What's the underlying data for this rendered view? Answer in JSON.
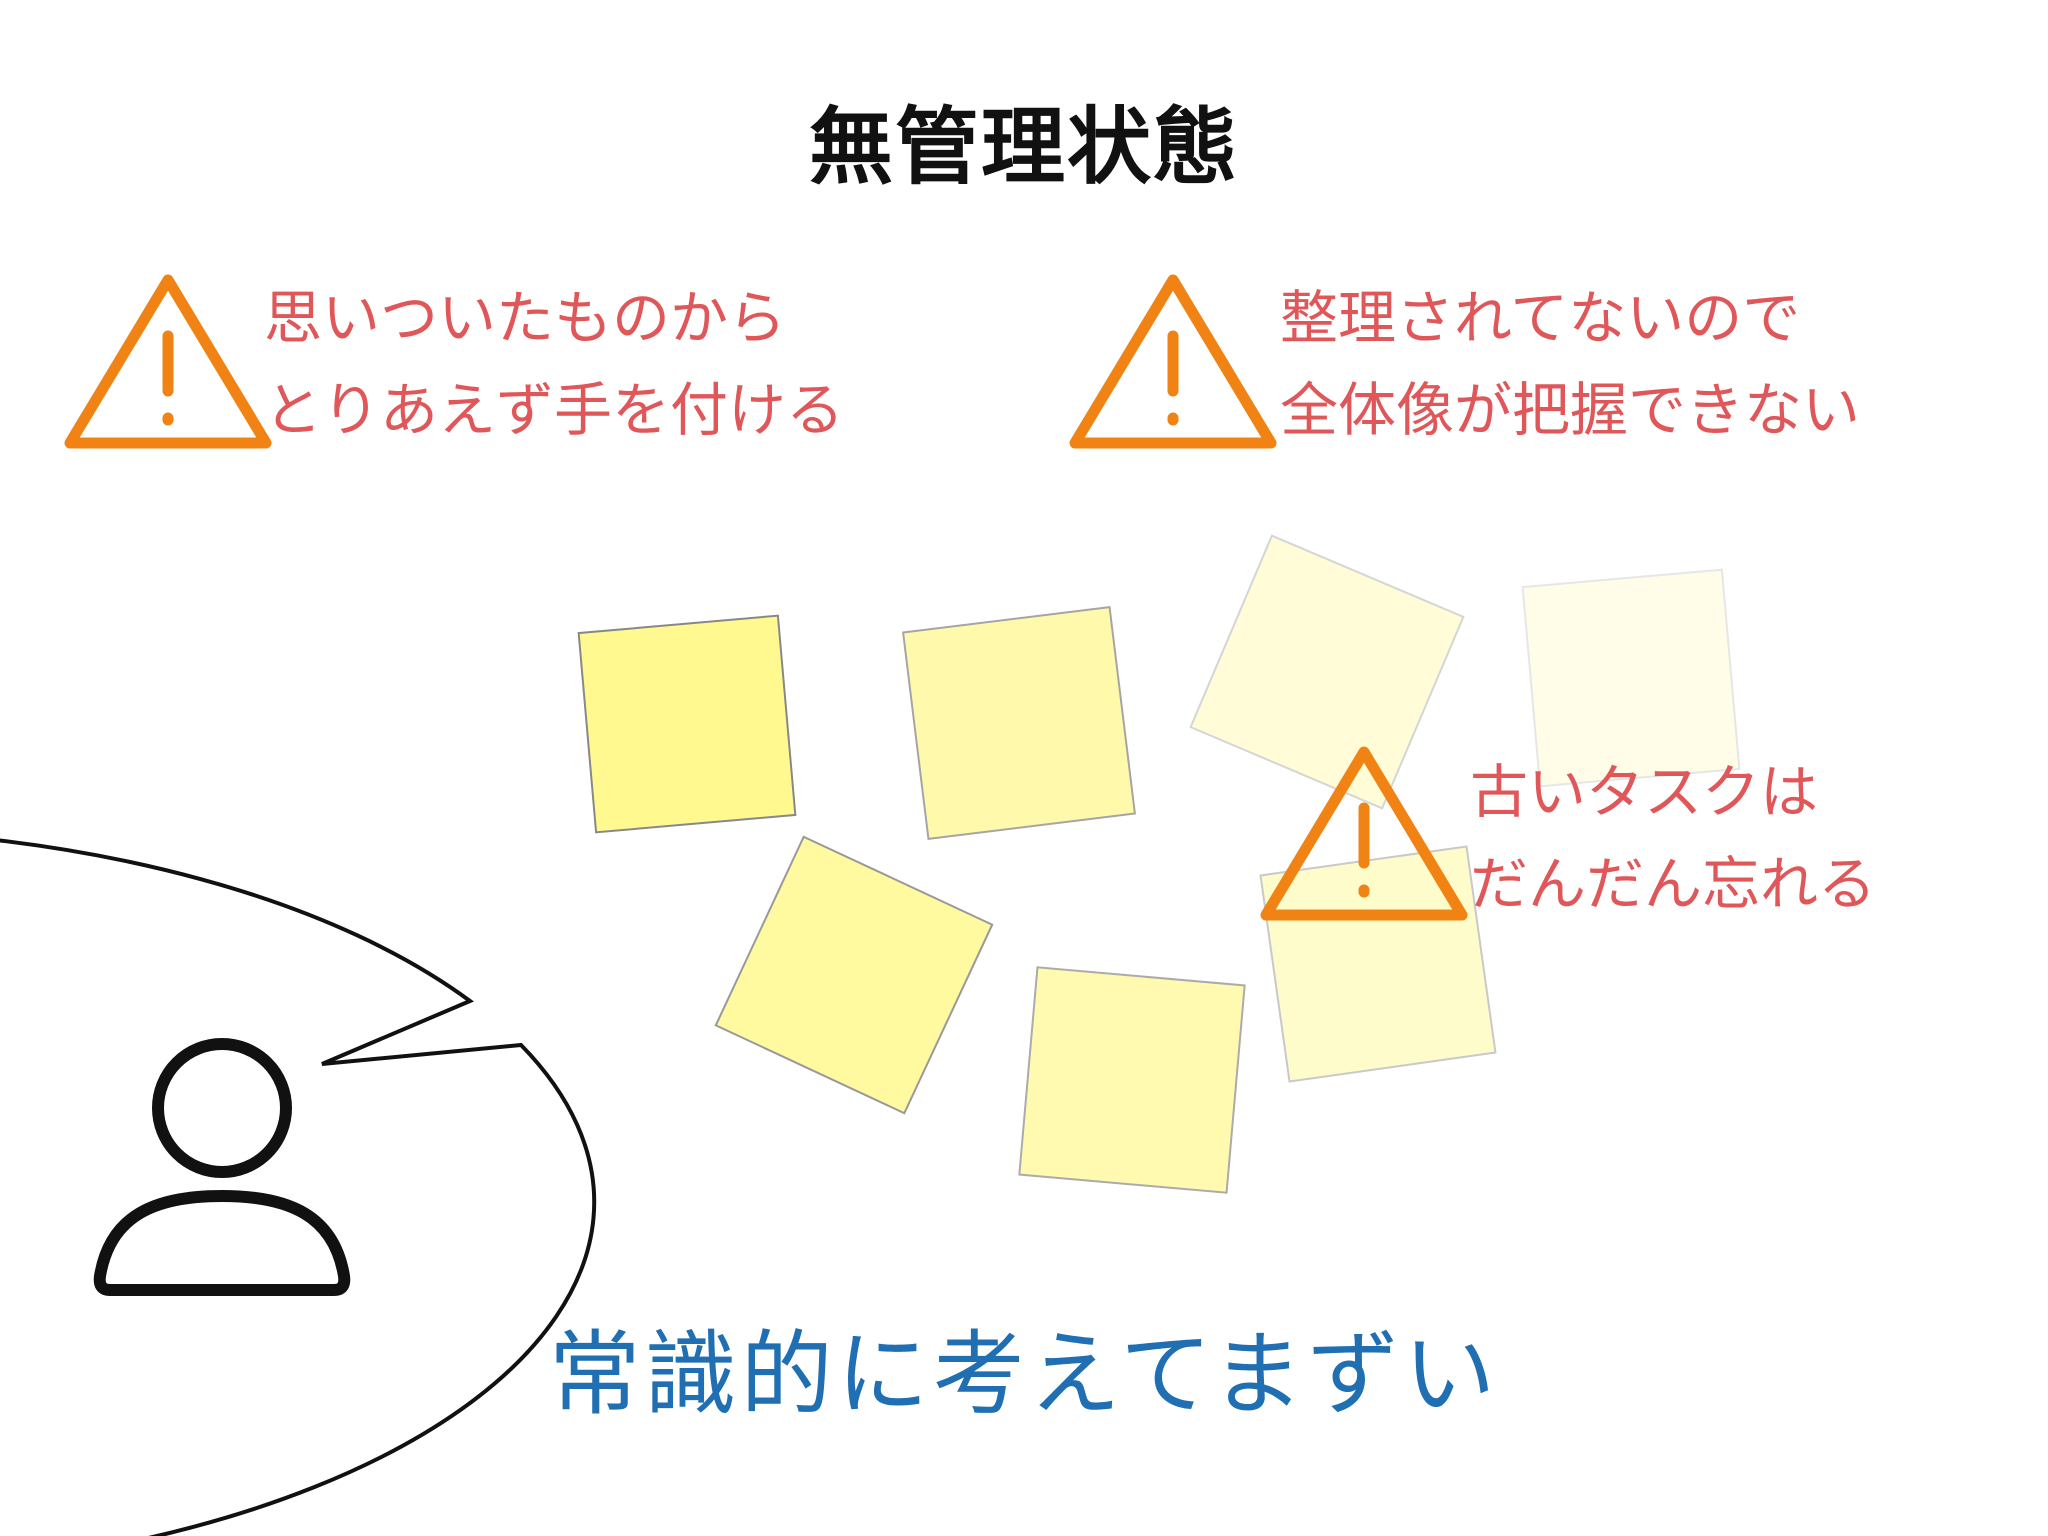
{
  "title": "無管理状態",
  "warnings": [
    {
      "lines": [
        "思いついたものから",
        "とりあえず手を付ける"
      ]
    },
    {
      "lines": [
        "整理されてないので",
        "全体像が把握できない"
      ]
    },
    {
      "lines": [
        "古いタスクは",
        "だんだん忘れる"
      ]
    }
  ],
  "bottom_message": "常識的に考えてまずい",
  "icons": {
    "warning": "warning-triangle-icon",
    "person": "person-icon",
    "sticky_note": "sticky-note-icon"
  },
  "sticky_notes": [
    {
      "fade": 1.0
    },
    {
      "fade": 0.75
    },
    {
      "fade": 0.35
    },
    {
      "fade": 0.2
    },
    {
      "fade": 0.85
    },
    {
      "fade": 0.7
    },
    {
      "fade": 0.45
    }
  ],
  "colors": {
    "warning_icon": "#f08314",
    "warning_text": "#e0575a",
    "bottom_text": "#1f6fb2",
    "sticky_fill": "#fff98f",
    "sticky_border": "#888888",
    "outline": "#111111"
  }
}
